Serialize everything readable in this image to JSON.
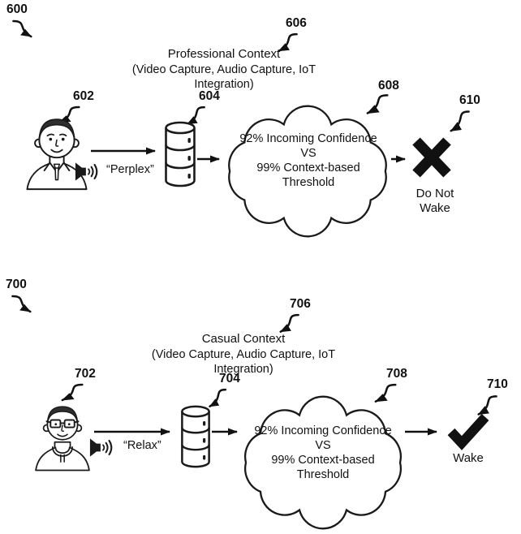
{
  "figure": {
    "background": "#ffffff",
    "ink": "#111111"
  },
  "top_diagram": {
    "figure_ref": "600",
    "context_ref": "606",
    "context_title": "Professional Context",
    "context_subtitle": "(Video Capture, Audio Capture, IoT Integration)",
    "user_ref": "602",
    "utterance": "“Perplex”",
    "device_ref": "604",
    "analysis_ref": "608",
    "analysis_line1": "92% Incoming Confidence",
    "analysis_line2": "VS",
    "analysis_line3": "99% Context-based",
    "analysis_line4": "Threshold",
    "outcome_ref": "610",
    "outcome_line1": "Do Not",
    "outcome_line2": "Wake"
  },
  "bottom_diagram": {
    "figure_ref": "700",
    "context_ref": "706",
    "context_title": "Casual Context",
    "context_subtitle": "(Video Capture, Audio Capture, IoT Integration)",
    "user_ref": "702",
    "utterance": "“Relax”",
    "device_ref": "704",
    "analysis_ref": "708",
    "analysis_line1": "92% Incoming Confidence",
    "analysis_line2": "VS",
    "analysis_line3": "99% Context-based",
    "analysis_line4": "Threshold",
    "outcome_ref": "710",
    "outcome_line1": "Wake",
    "outcome_line2": ""
  }
}
